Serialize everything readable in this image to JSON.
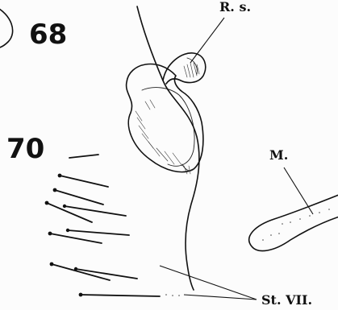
{
  "plate": {
    "figures": [
      {
        "id": "fig-68",
        "number": "68"
      },
      {
        "id": "fig-70",
        "number": "70"
      }
    ],
    "labels": {
      "receptaculum": "R. s.",
      "muscle": "M.",
      "sternite": "St. VII."
    }
  }
}
